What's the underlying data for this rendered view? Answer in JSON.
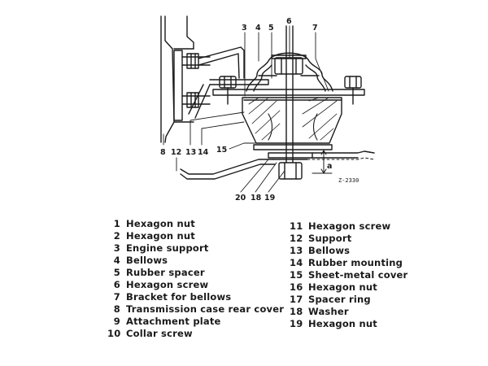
{
  "figure": {
    "code": "Z-2330",
    "dimension_label": "a"
  },
  "callouts": [
    "3",
    "4",
    "5",
    "6",
    "7",
    "8",
    "12",
    "13",
    "14",
    "15",
    "20",
    "18",
    "19"
  ],
  "legend_left": [
    {
      "num": "1",
      "label": "Hexagon nut"
    },
    {
      "num": "2",
      "label": "Hexagon nut"
    },
    {
      "num": "3",
      "label": "Engine support"
    },
    {
      "num": "4",
      "label": "Bellows"
    },
    {
      "num": "5",
      "label": "Rubber spacer"
    },
    {
      "num": "6",
      "label": "Hexagon screw"
    },
    {
      "num": "7",
      "label": "Bracket  for  bellows"
    },
    {
      "num": "8",
      "label": "Transmission case rear cover"
    },
    {
      "num": "9",
      "label": "Attachment plate"
    },
    {
      "num": "10",
      "label": "Collar screw"
    }
  ],
  "legend_right": [
    {
      "num": "11",
      "label": "Hexagon screw"
    },
    {
      "num": "12",
      "label": "Support"
    },
    {
      "num": "13",
      "label": "Bellows"
    },
    {
      "num": "14",
      "label": "Rubber mounting"
    },
    {
      "num": "15",
      "label": "Sheet-metal cover"
    },
    {
      "num": "16",
      "label": "Hexagon nut"
    },
    {
      "num": "17",
      "label": "Spacer ring"
    },
    {
      "num": "18",
      "label": "Washer"
    },
    {
      "num": "19",
      "label": "Hexagon nut"
    }
  ]
}
